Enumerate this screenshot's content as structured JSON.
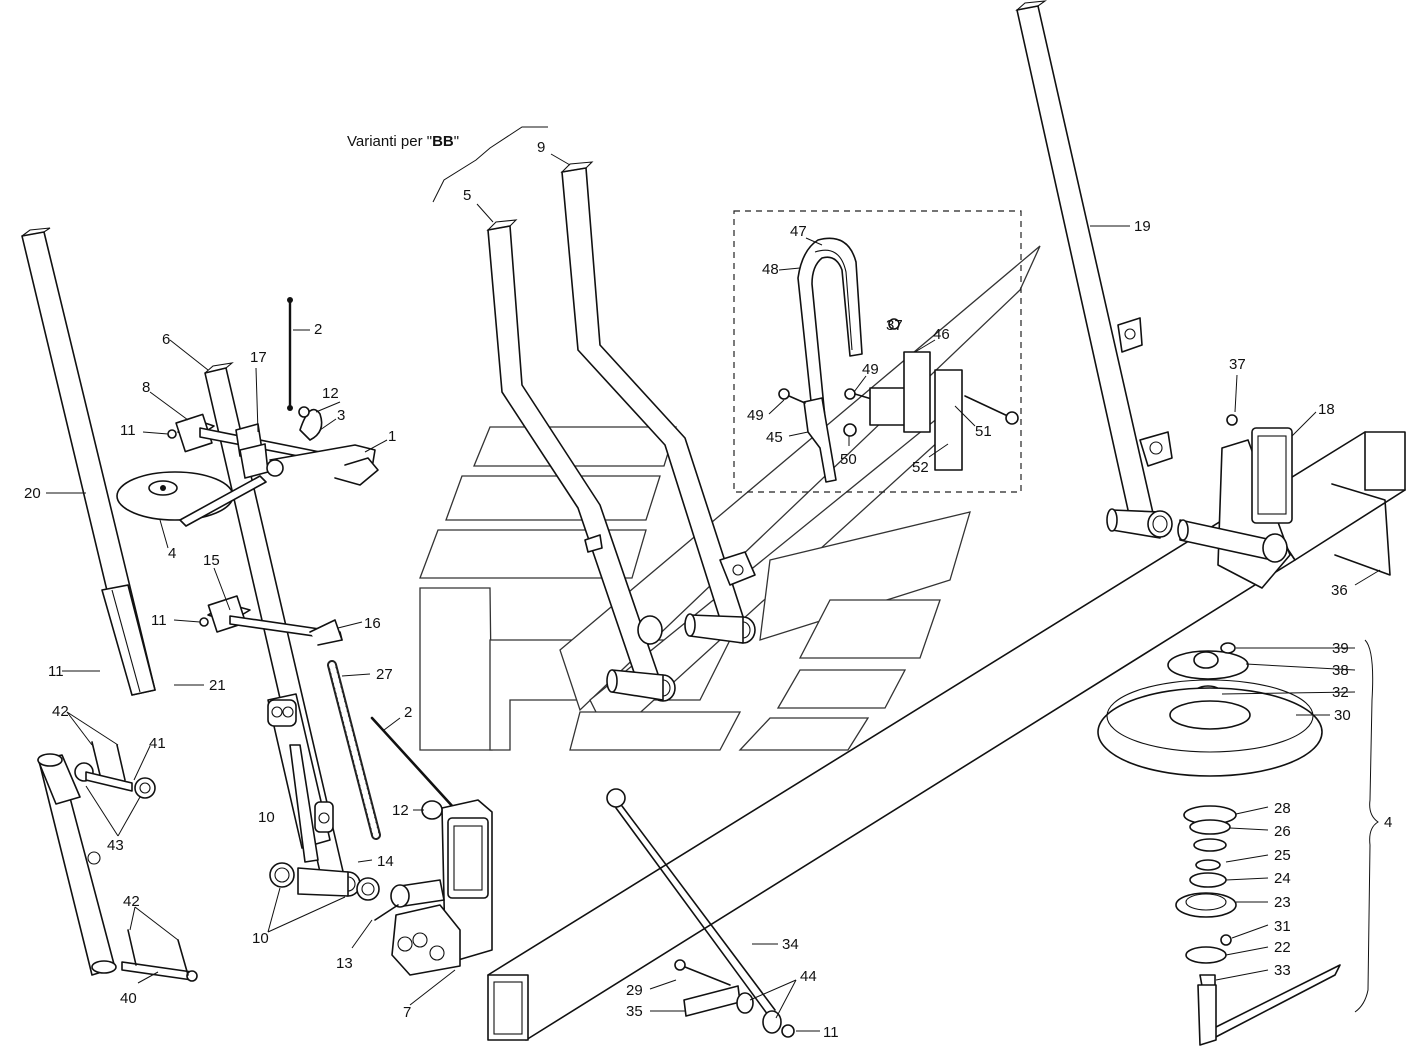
{
  "variant_note": {
    "prefix": "Varianti per \"",
    "code": "BB",
    "suffix": "\""
  },
  "callouts": [
    {
      "id": "c1",
      "text": "1"
    },
    {
      "id": "c2a",
      "text": "2"
    },
    {
      "id": "c2b",
      "text": "2"
    },
    {
      "id": "c3",
      "text": "3"
    },
    {
      "id": "c4a",
      "text": "4"
    },
    {
      "id": "c4b",
      "text": "4"
    },
    {
      "id": "c5",
      "text": "5"
    },
    {
      "id": "c6",
      "text": "6"
    },
    {
      "id": "c7",
      "text": "7"
    },
    {
      "id": "c8",
      "text": "8"
    },
    {
      "id": "c9",
      "text": "9"
    },
    {
      "id": "c10a",
      "text": "10"
    },
    {
      "id": "c10b",
      "text": "10"
    },
    {
      "id": "c11a",
      "text": "11"
    },
    {
      "id": "c11b",
      "text": "11"
    },
    {
      "id": "c11c",
      "text": "11"
    },
    {
      "id": "c11d",
      "text": "11"
    },
    {
      "id": "c12a",
      "text": "12"
    },
    {
      "id": "c12b",
      "text": "12"
    },
    {
      "id": "c13",
      "text": "13"
    },
    {
      "id": "c14",
      "text": "14"
    },
    {
      "id": "c15",
      "text": "15"
    },
    {
      "id": "c16",
      "text": "16"
    },
    {
      "id": "c17",
      "text": "17"
    },
    {
      "id": "c18",
      "text": "18"
    },
    {
      "id": "c19",
      "text": "19"
    },
    {
      "id": "c20",
      "text": "20"
    },
    {
      "id": "c21",
      "text": "21"
    },
    {
      "id": "c22",
      "text": "22"
    },
    {
      "id": "c23",
      "text": "23"
    },
    {
      "id": "c24",
      "text": "24"
    },
    {
      "id": "c25",
      "text": "25"
    },
    {
      "id": "c26",
      "text": "26"
    },
    {
      "id": "c27",
      "text": "27"
    },
    {
      "id": "c28",
      "text": "28"
    },
    {
      "id": "c29",
      "text": "29"
    },
    {
      "id": "c30",
      "text": "30"
    },
    {
      "id": "c31",
      "text": "31"
    },
    {
      "id": "c32",
      "text": "32"
    },
    {
      "id": "c33",
      "text": "33"
    },
    {
      "id": "c34",
      "text": "34"
    },
    {
      "id": "c35",
      "text": "35"
    },
    {
      "id": "c36",
      "text": "36"
    },
    {
      "id": "c37a",
      "text": "37"
    },
    {
      "id": "c37b",
      "text": "37"
    },
    {
      "id": "c38",
      "text": "38"
    },
    {
      "id": "c39",
      "text": "39"
    },
    {
      "id": "c40",
      "text": "40"
    },
    {
      "id": "c41",
      "text": "41"
    },
    {
      "id": "c42a",
      "text": "42"
    },
    {
      "id": "c42b",
      "text": "42"
    },
    {
      "id": "c43",
      "text": "43"
    },
    {
      "id": "c44",
      "text": "44"
    },
    {
      "id": "c45",
      "text": "45"
    },
    {
      "id": "c46",
      "text": "46"
    },
    {
      "id": "c47",
      "text": "47"
    },
    {
      "id": "c48",
      "text": "48"
    },
    {
      "id": "c49a",
      "text": "49"
    },
    {
      "id": "c49b",
      "text": "49"
    },
    {
      "id": "c50",
      "text": "50"
    },
    {
      "id": "c51",
      "text": "51"
    },
    {
      "id": "c52",
      "text": "52"
    }
  ]
}
